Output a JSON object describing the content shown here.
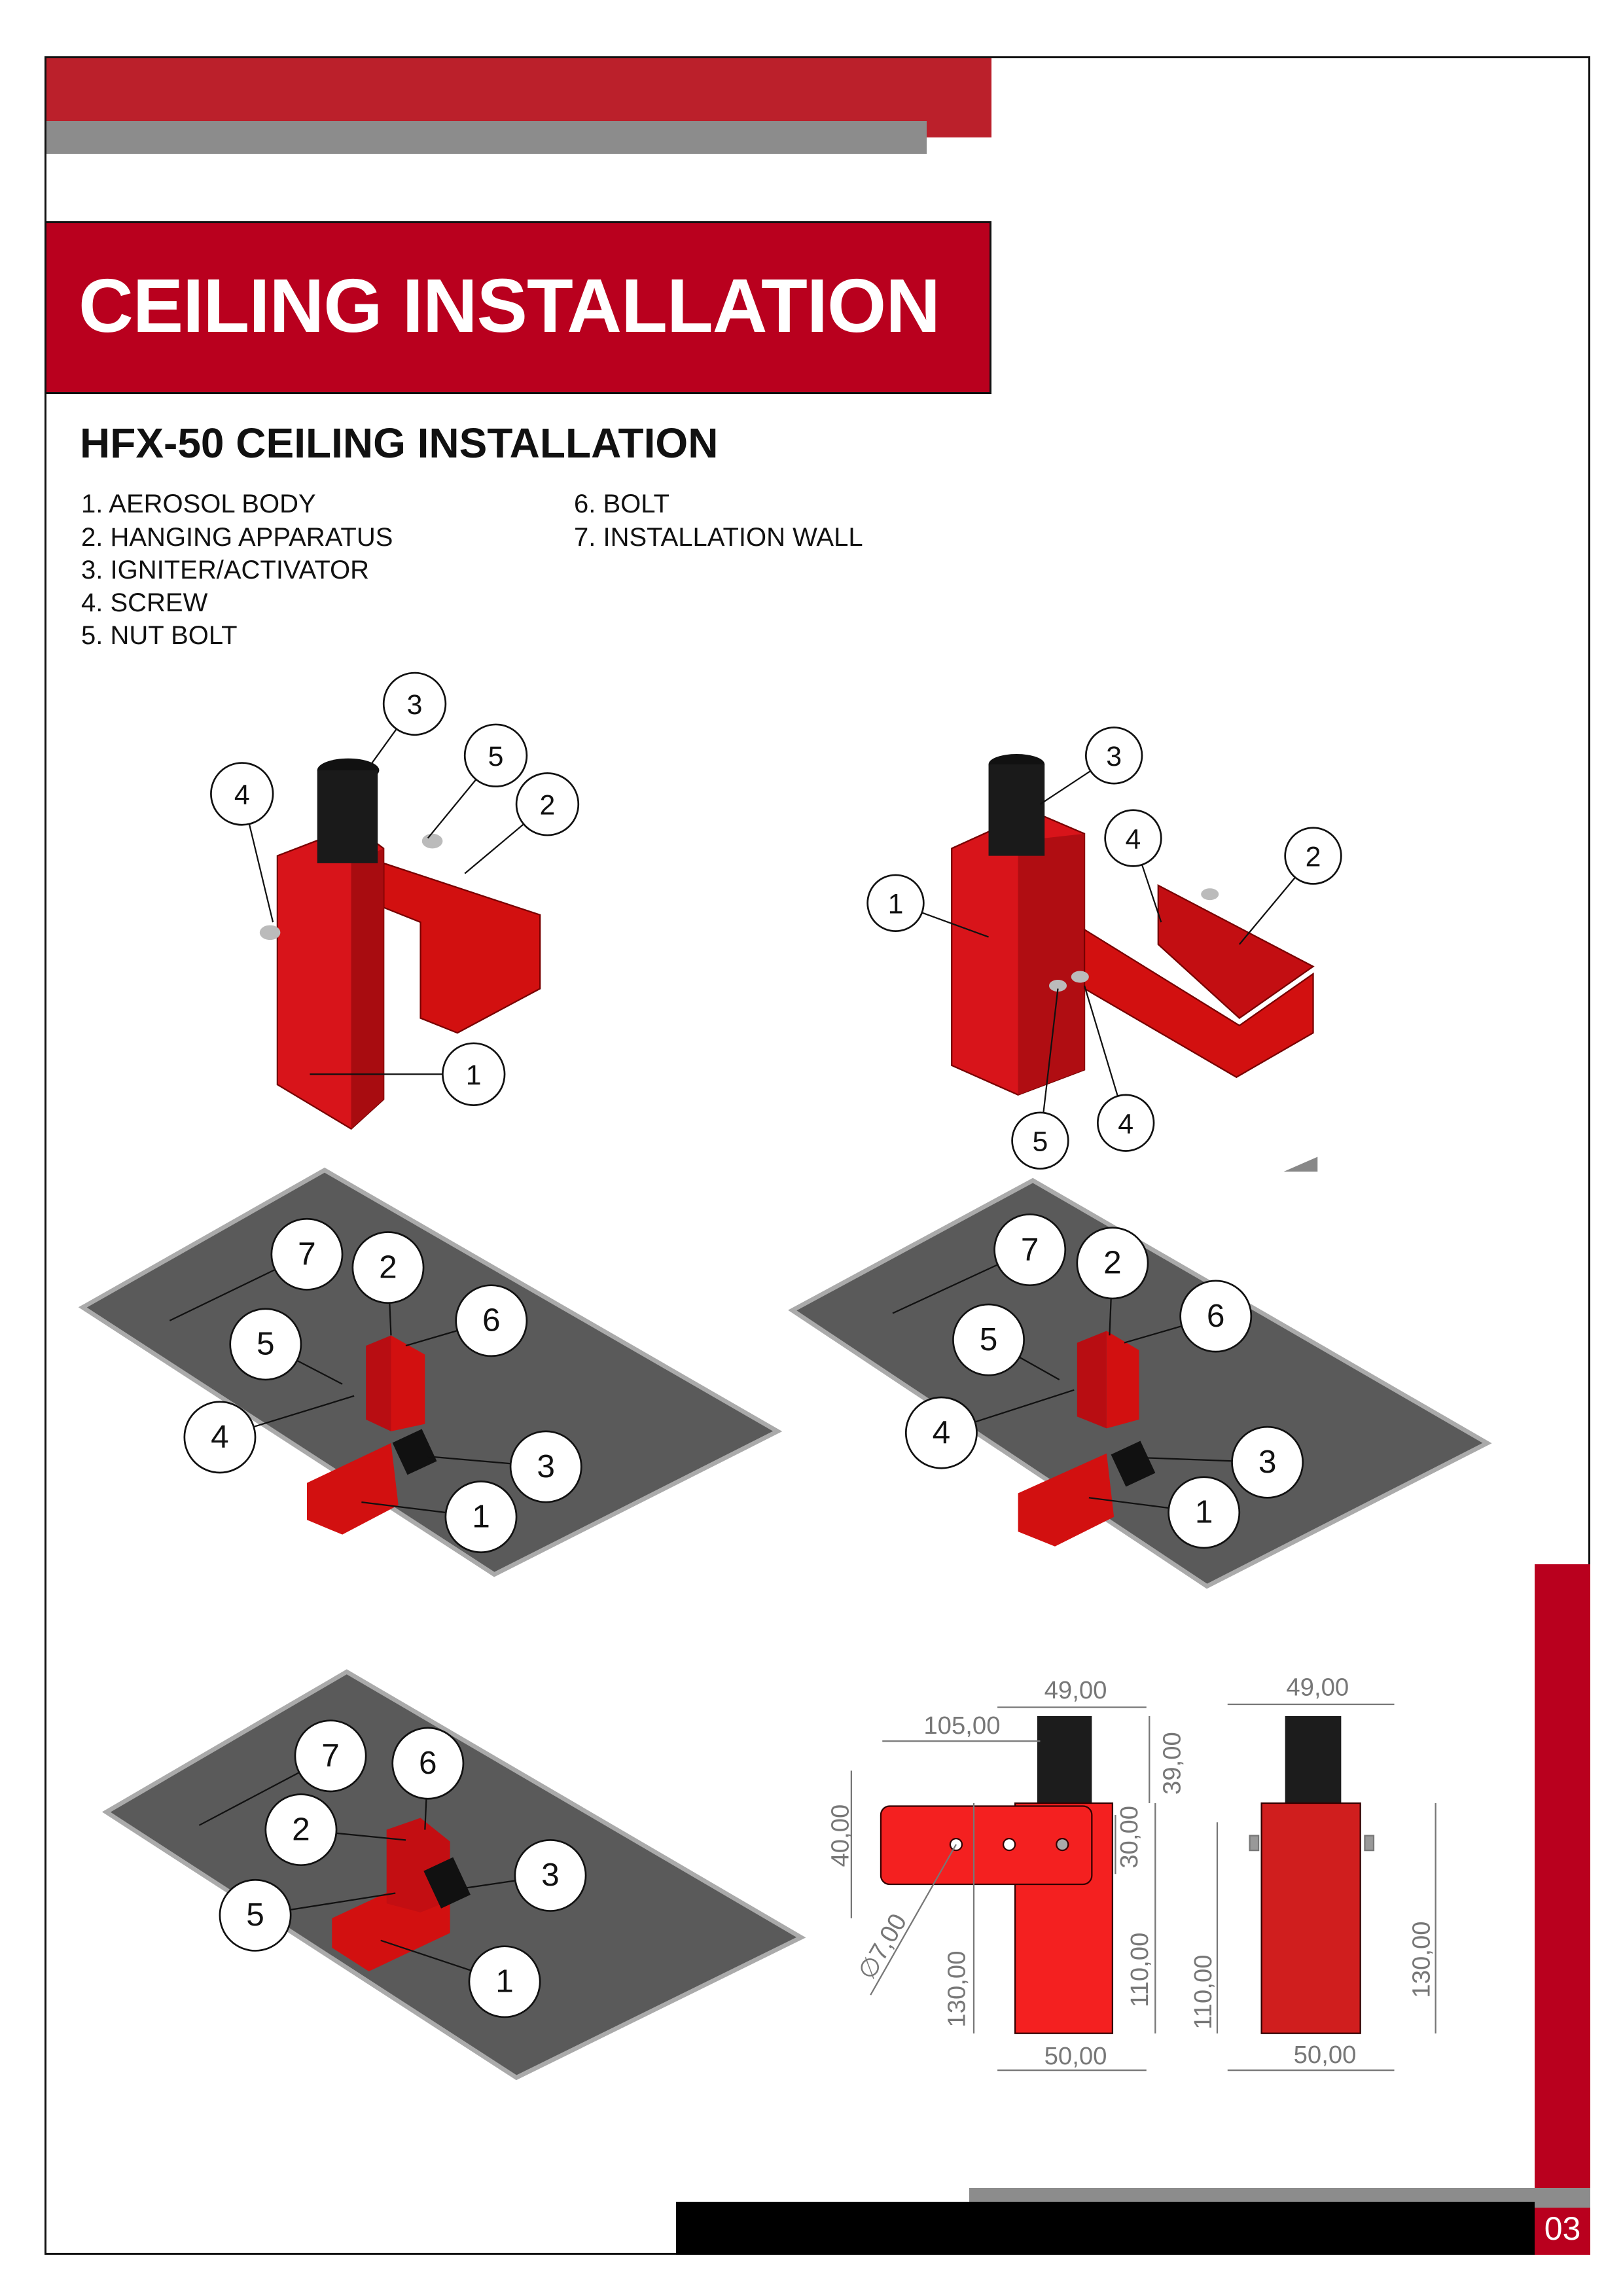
{
  "header": {
    "title": "CEILING INSTALLATION",
    "subtitle": "HFX-50 CEILING INSTALLATION"
  },
  "parts_list": {
    "col1": [
      "1. AEROSOL BODY",
      "2. HANGING APPARATUS",
      "3. IGNITER/ACTIVATOR",
      "4. SCREW",
      "5. NUT BOLT"
    ],
    "col2": [
      "6. BOLT",
      "7. INSTALLATION WALL"
    ]
  },
  "views": {
    "exploded_front": {
      "callouts": [
        "3",
        "5",
        "2",
        "4",
        "1"
      ]
    },
    "exploded_back": {
      "callouts": [
        "3",
        "4",
        "2",
        "1",
        "4",
        "5"
      ]
    },
    "plate_view_1": {
      "callouts": [
        "7",
        "2",
        "6",
        "5",
        "4",
        "3",
        "1"
      ]
    },
    "plate_view_2": {
      "callouts": [
        "7",
        "2",
        "6",
        "5",
        "4",
        "3",
        "1"
      ]
    },
    "plate_view_3": {
      "callouts": [
        "7",
        "6",
        "2",
        "3",
        "5",
        "1"
      ]
    }
  },
  "dimensions": {
    "side_view": {
      "width_top": "49,00",
      "bracket_length": "105,00",
      "igniter_height": "39,00",
      "bracket_height": "40,00",
      "hole_spacing": "30,00",
      "hole_diameter": "∅7,00",
      "total_height": "130,00",
      "body_height": "110,00",
      "width_bottom": "50,00"
    },
    "front_view": {
      "width_top": "49,00",
      "body_height": "110,00",
      "total_height": "130,00",
      "width_bottom": "50,00"
    }
  },
  "footer": {
    "page_number": "03"
  },
  "colors": {
    "brand_red": "#b9001e",
    "bar_red": "#bb202b",
    "gray": "#8c8c8c",
    "part_red": "#e0131a",
    "plate": "#5a5a5a"
  }
}
